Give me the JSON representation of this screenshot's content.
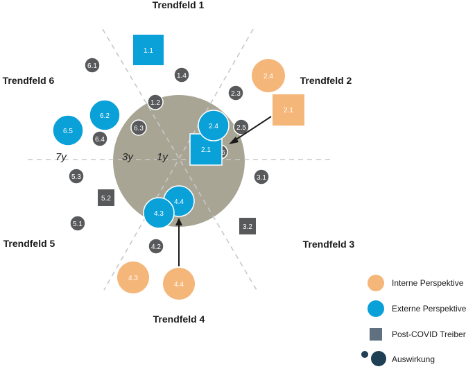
{
  "diagram": {
    "trend_fields": {
      "tf1": "Trendfeld 1",
      "tf2": "Trendfeld 2",
      "tf3": "Trendfeld 3",
      "tf4": "Trendfeld 4",
      "tf5": "Trendfeld 5",
      "tf6": "Trendfeld 6"
    },
    "rings": {
      "r7": "7y",
      "r3": "3y",
      "r1": "1y"
    },
    "nodes": {
      "n1_1": "1.1",
      "n1_2": "1.2",
      "n1_4": "1.4",
      "n2_1_int": "2.1",
      "n2_1_ext": "2.1",
      "n2_3": "2.3",
      "n2_4_int": "2.4",
      "n2_4_ext": "2.4",
      "n2_5": "2.5",
      "n2_6": "2.6",
      "n3_1": "3.1",
      "n3_2": "3.2",
      "n4_2": "4.2",
      "n4_3_ext": "4.3",
      "n4_3_int": "4.3",
      "n4_4_ext": "4.4",
      "n4_4_int": "4.4",
      "n5_1": "5.1",
      "n5_2": "5.2",
      "n5_3": "5.3",
      "n6_1": "6.1",
      "n6_2": "6.2",
      "n6_3": "6.3",
      "n6_4": "6.4",
      "n6_5": "6.5"
    },
    "colors": {
      "interne": "#f5b679",
      "externe": "#0aa0d8",
      "node_gray": "#58595b",
      "post_covid": "#58595b",
      "core": "#a8a594",
      "guide": "#c8c8c8"
    }
  },
  "legend": {
    "interne": "Interne Perspektive",
    "externe": "Externe Perspektive",
    "post_covid": "Post-COVID Treiber",
    "auswirkung": "Auswirkung",
    "colors": {
      "interne": "#f5b679",
      "externe": "#0aa0d8",
      "post_covid": "#5f7180",
      "auswirkung": "#1f3f54"
    }
  }
}
